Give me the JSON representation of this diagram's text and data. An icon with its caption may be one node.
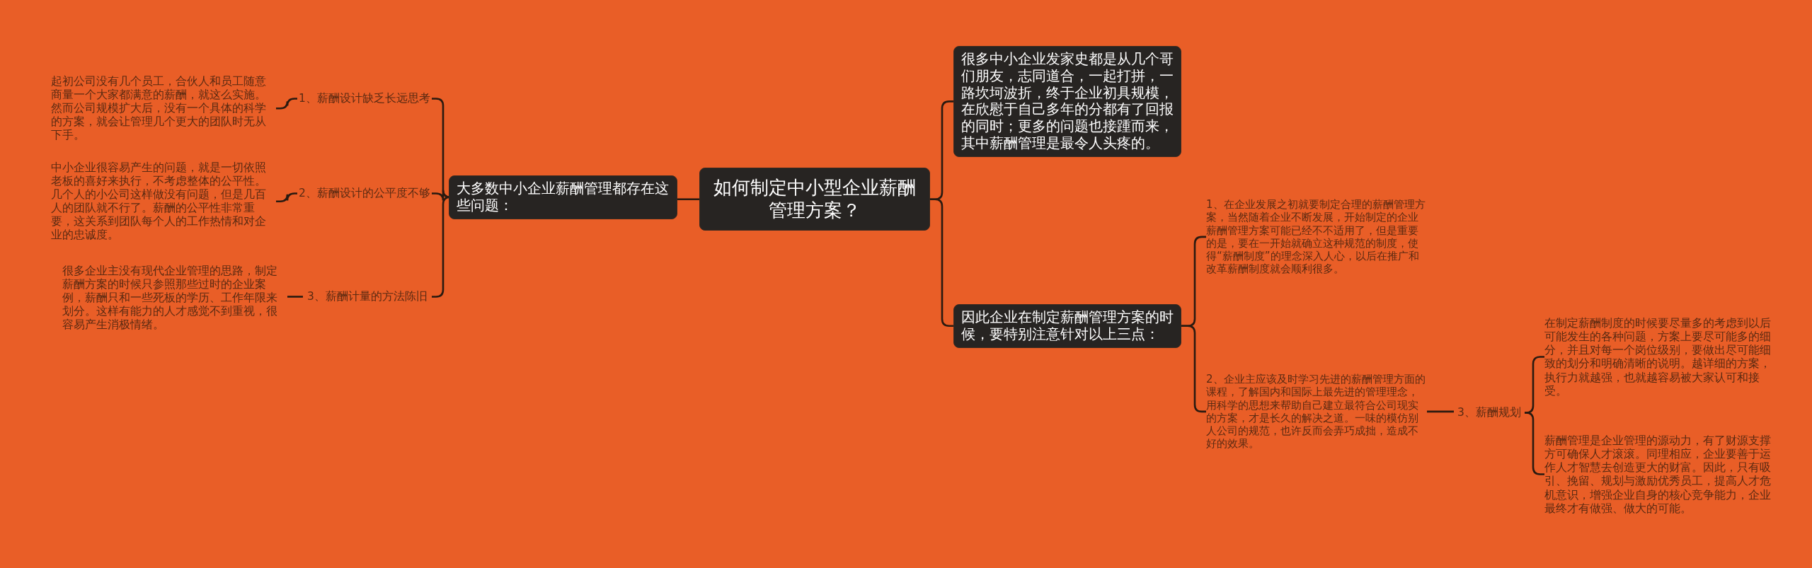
{
  "diagram": {
    "nodes": [
      {
        "text": [
          "如何制定中小型企业薪酬管理方案？"
        ]
      },
      {
        "text": [
          "大多数中小企业薪酬管理都存在这些问题："
        ]
      },
      {
        "text": [
          "1、薪酬设计缺乏长远思考"
        ]
      },
      {
        "text": [
          "起初公司没有几个员工，合伙人和员工随意商量一个大家都满意的薪酬，就这么实施。然而公司规模扩大后，没有一个具体的科学的方案，就会让管理几个更大的团队时无从下手。"
        ]
      },
      {
        "text": [
          "2、薪酬设计的公平度不够"
        ]
      },
      {
        "text": [
          "中小企业很容易产生的问题，就是一切依照老板的喜好来执行，不考虑整体的公平性。几个人的小公司这样做没有问题，但是几百人的团队就不行了。薪酬的公平性非常重要，这关系到团队每个人的工作热情和对企业的忠诚度。"
        ]
      },
      {
        "text": [
          "3、薪酬计量的方法陈旧"
        ]
      },
      {
        "text": [
          "很多企业主没有现代企业管理的思路，制定薪酬方案的时候只参照那些过时的企业案例，薪酬只和一些死板的学历、工作年限来划分。这样有能力的人才感觉不到重视，很容易产生消极情绪。"
        ]
      },
      {
        "text": [
          "很多中小企业发家史都是从几个哥们朋友，志同道合，一起打拼，一路坎坷波折，终于企业初具规模，在欣慰于自己多年的分都有了回报的同时；更多的问题也接踵而来，其中薪酬管理是最令人头疼的。"
        ]
      },
      {
        "text": [
          "因此企业在制定薪酬管理方案的时候，要特别注意针对以上三点："
        ]
      },
      {
        "text": [
          "1、在企业发展之初就要制定合理的薪酬管理方案，当然随着企业不断发展，开始制定的企业薪酬管理方案可能已经不不适用了，但是重要的是，要在一开始就确立这种规范的制度，使得“薪酬制度”的理念深入人心，以后在推广和改革薪酬制度就会顺利很多。"
        ]
      },
      {
        "text": [
          "2、企业主应该及时学习先进的薪酬管理方面的课程，了解国内和国际上最先进的管理理念，用科学的思想来帮助自己建立最符合公司现实的方案，才是长久的解决之道。一味的模仿别人公司的规范，也许反而会弄巧成拙，造成不好的效果。"
        ]
      },
      {
        "text": [
          "3、薪酬规划"
        ]
      },
      {
        "text": [
          "在制定薪酬制度的时候要尽量多的考虑到以后可能发生的各种问题，方案上要尽可能多的细分，并且对每一个岗位级别，要做出尽可能细致的划分和明确清晰的说明。越详细的方案，执行力就越强，也就越容易被大家认可和接受。"
        ]
      },
      {
        "text": [
          "薪酬管理是企业管理的源动力，有了财源支撑方可确保人才滚滚。同理相应，企业要善于运作人才智慧去创造更大的财富。因此，只有吸引、挽留、规划与激励优秀员工，提高人才危机意识，增强企业自身的核心竞争能力，企业最终才有做强、做大的可能。"
        ]
      }
    ],
    "edges": [
      {
        "from": 0,
        "to": 1,
        "arrow": "none"
      },
      {
        "from": 1,
        "to": 2,
        "arrow": "none"
      },
      {
        "from": 2,
        "to": 3,
        "arrow": "none"
      },
      {
        "from": 1,
        "to": 4,
        "arrow": "none"
      },
      {
        "from": 4,
        "to": 5,
        "arrow": "none"
      },
      {
        "from": 1,
        "to": 6,
        "arrow": "none"
      },
      {
        "from": 6,
        "to": 7,
        "arrow": "none"
      },
      {
        "from": 0,
        "to": 8,
        "arrow": "none"
      },
      {
        "from": 0,
        "to": 9,
        "arrow": "none"
      },
      {
        "from": 9,
        "to": 10,
        "arrow": "none"
      },
      {
        "from": 9,
        "to": 11,
        "arrow": "none"
      },
      {
        "from": 11,
        "to": 12,
        "arrow": "none"
      },
      {
        "from": 12,
        "to": 13,
        "arrow": "none"
      },
      {
        "from": 12,
        "to": 14,
        "arrow": "none"
      }
    ]
  }
}
